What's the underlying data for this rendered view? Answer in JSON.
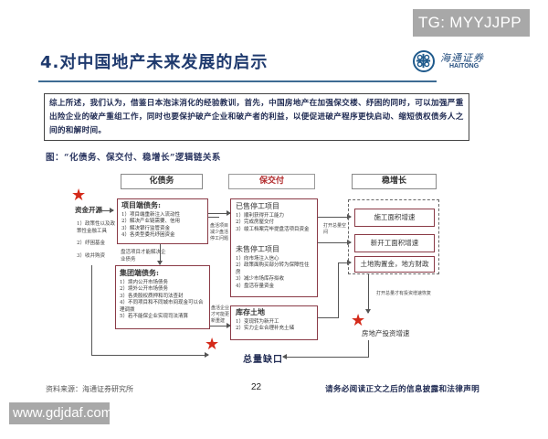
{
  "watermarks": {
    "top": "TG: MYYJJPP",
    "bottom": "www.gdjdaf.com"
  },
  "header": {
    "title": "4.对中国地产未来发展的启示",
    "logo_cn": "海通证券",
    "logo_en": "HAITONG",
    "logo_icon": "haitong-logo-icon"
  },
  "summary": {
    "text": "综上所述，我们认为，借鉴日本泡沫消化的经验教训，首先，中国房地产在加强保交楼、纾困的同时，可以加强严重出险企业的破产重组工作，同时也要保护破产企业和破产者的利益，以便促进破产程序更快启动、缩短债权债务人之间的和解时间。"
  },
  "figure": {
    "title": "图：“化债务、保交付、稳增长”逻辑链关系",
    "columns": {
      "debt": "化债务",
      "delivery": "保交付",
      "growth": "稳增长"
    },
    "funding": {
      "label": "资金开源",
      "arrow": "—>",
      "items": [
        "1）政策性以及政策性金融工具",
        "2）纾困基金",
        "3）收并购资"
      ]
    },
    "project_debt": {
      "title": "项目端债务:",
      "items": [
        "1）项目端重新注入流动性",
        "2）解决产业链需要、信用",
        "3）解决银行监管资金",
        "4）各类型委托纾困资金"
      ],
      "note": "盘活项目才能解决企业债务"
    },
    "group_debt": {
      "title": "集团端债务:",
      "items": [
        "1）境内公开市场债务",
        "2）境外公开市场债务",
        "3）各类股权质押和司法查封",
        "4）不同项目和不同城市间现金可以合理调拨",
        "5）若不能保企业实现司法清算"
      ],
      "note": "盘活企业才可能更新重建"
    },
    "project_note": "盘活项目减少盘活停工问题",
    "sold_halted": {
      "title": "已售停工项目",
      "items": [
        "1）顺利获得开工能力",
        "2）完成房屋交付",
        "3）竣工档案完毕提盘活项目资金"
      ]
    },
    "unsold_halted": {
      "title": "未售停工项目",
      "items": [
        "1）向市场注入信心",
        "2）政策面购买部分转为保障性住房",
        "3）减少市场库存拟收",
        "4）盘活存量资金"
      ]
    },
    "land_inventory": {
      "title": "库存土地",
      "items": [
        "1）变现转为新开工",
        "2）实力企业合理补充土储"
      ]
    },
    "expand_note": "打开总量空间",
    "growth_items": [
      "施工面积增速",
      "新开工面积增速",
      "土地购置金，地方财政"
    ],
    "invest_note": "打开总量才有投资增速恢复",
    "invest_label": "房地产投资增速",
    "gap_label": "总量缺口"
  },
  "footer": {
    "source": "资料来源：海通证券研究所",
    "page": "22",
    "disclaimer": "请务必阅读正文之后的信息披露和法律声明"
  }
}
